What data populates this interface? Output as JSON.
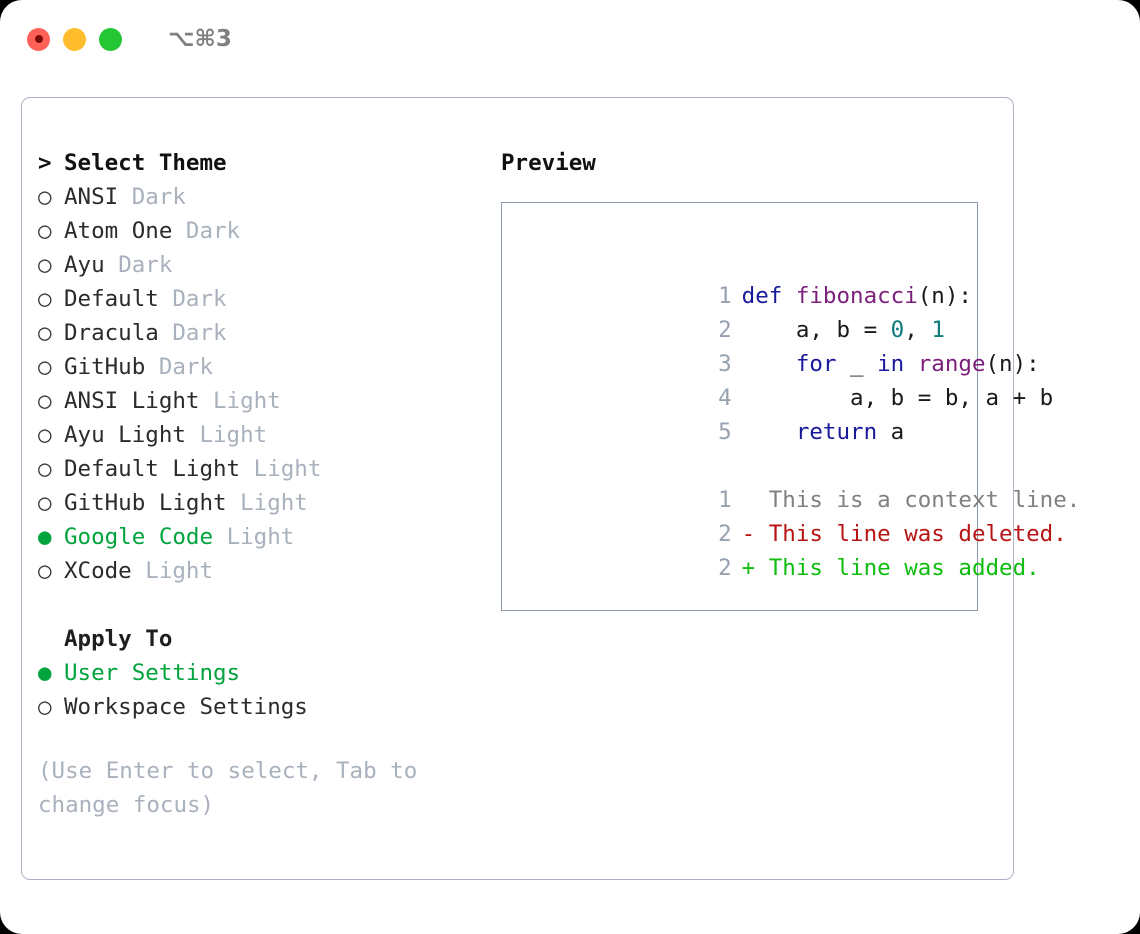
{
  "titlebar": {
    "shortcut": "⌥⌘3",
    "lights": [
      "close-red",
      "minimize-yellow",
      "maximize-green"
    ]
  },
  "theme_picker": {
    "header_marker": ">",
    "header_label": "Select Theme",
    "unselected_marker": "○",
    "selected_marker": "●",
    "accent_color": "#00a33c",
    "muted_color": "#a9b1bd",
    "items": [
      {
        "marker": "○",
        "name": "ANSI",
        "kind": "Dark",
        "selected": false
      },
      {
        "marker": "○",
        "name": "Atom One",
        "kind": "Dark",
        "selected": false
      },
      {
        "marker": "○",
        "name": "Ayu",
        "kind": "Dark",
        "selected": false
      },
      {
        "marker": "○",
        "name": "Default",
        "kind": "Dark",
        "selected": false
      },
      {
        "marker": "○",
        "name": "Dracula",
        "kind": "Dark",
        "selected": false
      },
      {
        "marker": "○",
        "name": "GitHub",
        "kind": "Dark",
        "selected": false
      },
      {
        "marker": "○",
        "name": "ANSI Light",
        "kind": "Light",
        "selected": false
      },
      {
        "marker": "○",
        "name": "Ayu Light",
        "kind": "Light",
        "selected": false
      },
      {
        "marker": "○",
        "name": "Default Light",
        "kind": "Light",
        "selected": false
      },
      {
        "marker": "○",
        "name": "GitHub Light",
        "kind": "Light",
        "selected": false
      },
      {
        "marker": "●",
        "name": "Google Code",
        "kind": "Light",
        "selected": true
      },
      {
        "marker": "○",
        "name": "XCode",
        "kind": "Light",
        "selected": false
      }
    ]
  },
  "apply_to": {
    "header_label": "Apply To",
    "items": [
      {
        "marker": "●",
        "name": "User Settings",
        "selected": true
      },
      {
        "marker": "○",
        "name": "Workspace Settings",
        "selected": false
      }
    ]
  },
  "hint": "(Use Enter to select, Tab to change focus)",
  "preview": {
    "title": "Preview",
    "code_lines": [
      {
        "no": "1",
        "tokens": [
          {
            "t": "def ",
            "c": "kw"
          },
          {
            "t": "fibonacci",
            "c": "fn"
          },
          {
            "t": "(n):",
            "c": "txt"
          }
        ]
      },
      {
        "no": "2",
        "tokens": [
          {
            "t": "    a, b = ",
            "c": "txt"
          },
          {
            "t": "0",
            "c": "num"
          },
          {
            "t": ", ",
            "c": "txt"
          },
          {
            "t": "1",
            "c": "num"
          }
        ]
      },
      {
        "no": "3",
        "tokens": [
          {
            "t": "    ",
            "c": "txt"
          },
          {
            "t": "for",
            "c": "kw"
          },
          {
            "t": " _ ",
            "c": "txt"
          },
          {
            "t": "in",
            "c": "kw"
          },
          {
            "t": " ",
            "c": "txt"
          },
          {
            "t": "range",
            "c": "fn"
          },
          {
            "t": "(n):",
            "c": "txt"
          }
        ]
      },
      {
        "no": "4",
        "tokens": [
          {
            "t": "        a, b = b, a + b",
            "c": "txt"
          }
        ]
      },
      {
        "no": "5",
        "tokens": [
          {
            "t": "    ",
            "c": "txt"
          },
          {
            "t": "return",
            "c": "kw"
          },
          {
            "t": " a",
            "c": "txt"
          }
        ]
      }
    ],
    "diff_lines": [
      {
        "no": "1",
        "sign": " ",
        "text": " This is a context line.",
        "kind": "ctx"
      },
      {
        "no": "2",
        "sign": "-",
        "text": " This line was deleted.",
        "kind": "del"
      },
      {
        "no": "2",
        "sign": "+",
        "text": " This line was added.",
        "kind": "add"
      }
    ]
  }
}
